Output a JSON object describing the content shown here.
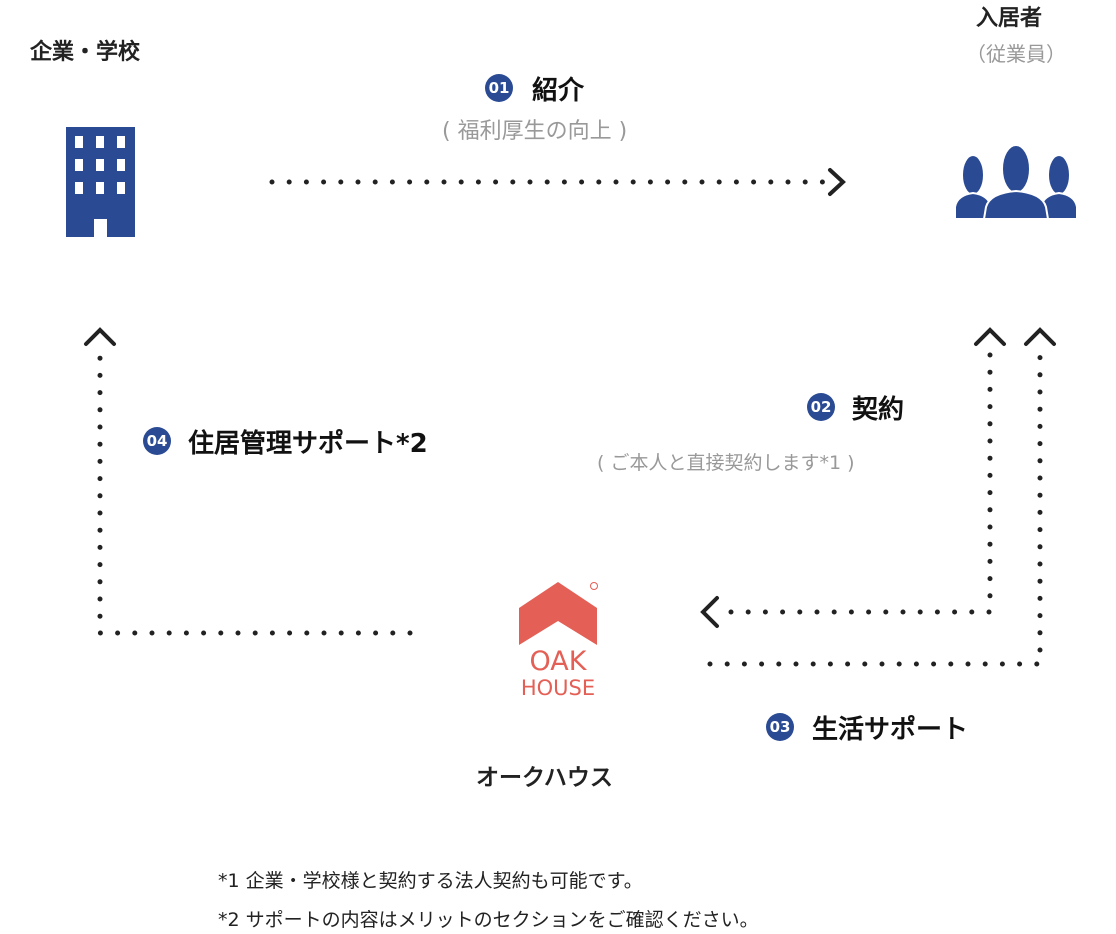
{
  "company": {
    "label": "企業・学校",
    "icon": "building-icon"
  },
  "resident": {
    "label": "入居者",
    "sub": "（従業員）",
    "icon": "people-icon"
  },
  "steps": [
    {
      "num": "01",
      "title": "紹介",
      "sub": "( 福利厚生の向上 )"
    },
    {
      "num": "02",
      "title": "契約",
      "sub": "( ご本人と直接契約します*1 )"
    },
    {
      "num": "03",
      "title": "生活サポート"
    },
    {
      "num": "04",
      "title": "住居管理サポート*2"
    }
  ],
  "oakhouse": {
    "logo_line1": "OAK",
    "logo_line2": "HOUSE",
    "label": "オークハウス"
  },
  "footnotes": [
    "*1 企業・学校様と契約する法人契約も可能です。",
    "*2 サポートの内容はメリットのセクションをご確認ください。"
  ],
  "colors": {
    "brand_blue": "#2a4b94",
    "oak_red": "#e45f55",
    "arrow": "#222222"
  }
}
